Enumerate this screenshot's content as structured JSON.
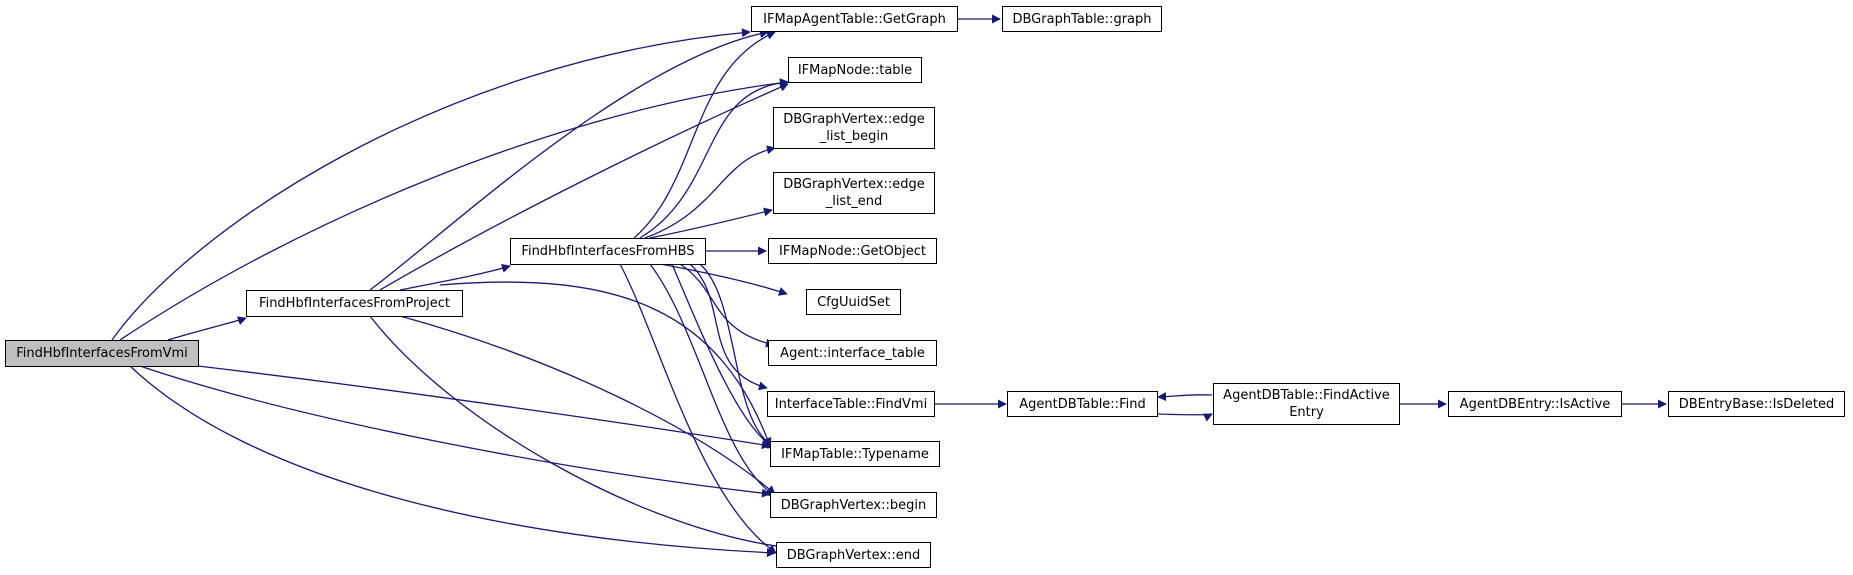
{
  "nodes": {
    "vmi": "FindHbfInterfacesFromVmi",
    "project": "FindHbfInterfacesFromProject",
    "hbs": "FindHbfInterfacesFromHBS",
    "getgraph": "IFMapAgentTable::GetGraph",
    "graph": "DBGraphTable::graph",
    "table": "IFMapNode::table",
    "edge_begin": "DBGraphVertex::edge\n_list_begin",
    "edge_end": "DBGraphVertex::edge\n_list_end",
    "getobject": "IFMapNode::GetObject",
    "cfguuid": "CfgUuidSet",
    "iftable": "Agent::interface_table",
    "findvmi": "InterfaceTable::FindVmi",
    "find": "AgentDBTable::Find",
    "findactive": "AgentDBTable::FindActive\nEntry",
    "isactive": "AgentDBEntry::IsActive",
    "isdeleted": "DBEntryBase::IsDeleted",
    "typename": "IFMapTable::Typename",
    "begin": "DBGraphVertex::begin",
    "end": "DBGraphVertex::end"
  },
  "colors": {
    "edge": "#191970",
    "root_fill": "#bfbfbf",
    "node_fill": "#ffffff"
  }
}
